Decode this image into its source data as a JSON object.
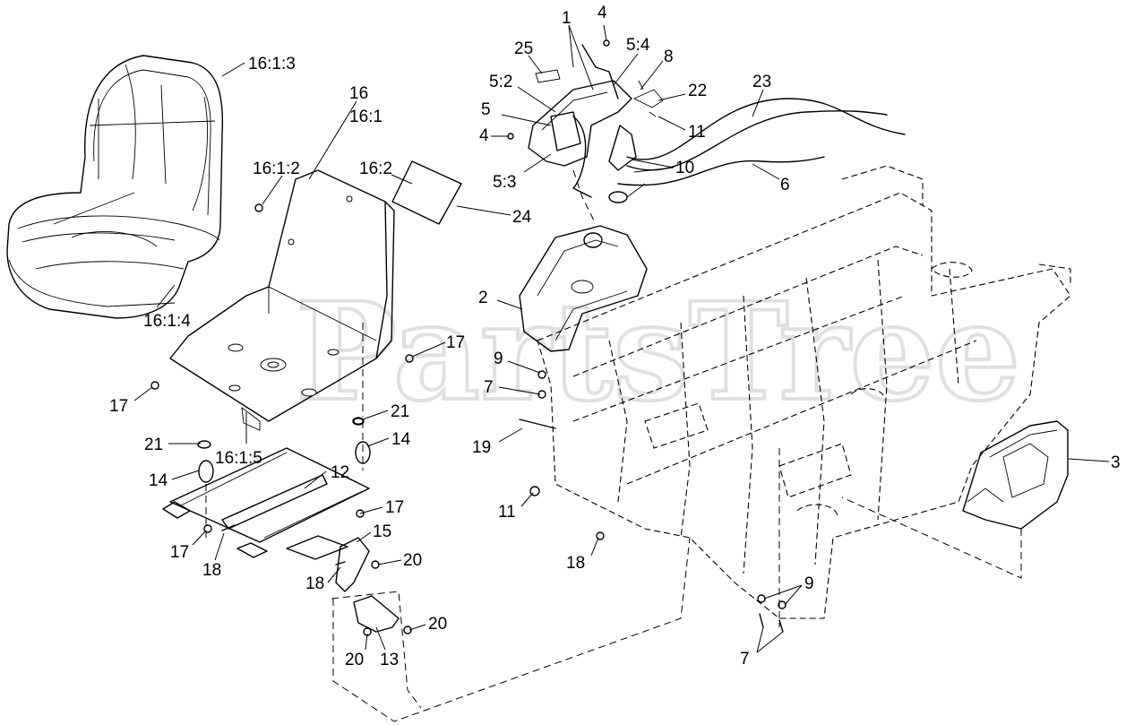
{
  "watermark": "PartsTree",
  "callouts": [
    {
      "id": "c-16-1-3",
      "text": "16:1:3"
    },
    {
      "id": "c-16",
      "text": "16"
    },
    {
      "id": "c-16-1",
      "text": "16:1"
    },
    {
      "id": "c-16-1-2",
      "text": "16:1:2"
    },
    {
      "id": "c-16-2",
      "text": "16:2"
    },
    {
      "id": "c-24",
      "text": "24"
    },
    {
      "id": "c-16-1-4",
      "text": "16:1:4"
    },
    {
      "id": "c-17a",
      "text": "17"
    },
    {
      "id": "c-17b",
      "text": "17"
    },
    {
      "id": "c-21a",
      "text": "21"
    },
    {
      "id": "c-21b",
      "text": "21"
    },
    {
      "id": "c-14a",
      "text": "14"
    },
    {
      "id": "c-14b",
      "text": "14"
    },
    {
      "id": "c-16-1-5",
      "text": "16:1:5"
    },
    {
      "id": "c-12",
      "text": "12"
    },
    {
      "id": "c-17c",
      "text": "17"
    },
    {
      "id": "c-17d",
      "text": "17"
    },
    {
      "id": "c-15",
      "text": "15"
    },
    {
      "id": "c-18a",
      "text": "18"
    },
    {
      "id": "c-20a",
      "text": "20"
    },
    {
      "id": "c-18b",
      "text": "18"
    },
    {
      "id": "c-20b",
      "text": "20"
    },
    {
      "id": "c-20c",
      "text": "20"
    },
    {
      "id": "c-13",
      "text": "13"
    },
    {
      "id": "c-1",
      "text": "1"
    },
    {
      "id": "c-4a",
      "text": "4"
    },
    {
      "id": "c-25",
      "text": "25"
    },
    {
      "id": "c-5-4",
      "text": "5:4"
    },
    {
      "id": "c-8",
      "text": "8"
    },
    {
      "id": "c-5-2",
      "text": "5:2"
    },
    {
      "id": "c-22",
      "text": "22"
    },
    {
      "id": "c-23",
      "text": "23"
    },
    {
      "id": "c-5",
      "text": "5"
    },
    {
      "id": "c-11a",
      "text": "11"
    },
    {
      "id": "c-4b",
      "text": "4"
    },
    {
      "id": "c-10",
      "text": "10"
    },
    {
      "id": "c-5-3",
      "text": "5:3"
    },
    {
      "id": "c-6",
      "text": "6"
    },
    {
      "id": "c-2",
      "text": "2"
    },
    {
      "id": "c-9a",
      "text": "9"
    },
    {
      "id": "c-7a",
      "text": "7"
    },
    {
      "id": "c-19",
      "text": "19"
    },
    {
      "id": "c-11b",
      "text": "11"
    },
    {
      "id": "c-18c",
      "text": "18"
    },
    {
      "id": "c-3",
      "text": "3"
    },
    {
      "id": "c-9b",
      "text": "9"
    },
    {
      "id": "c-7b",
      "text": "7"
    }
  ]
}
